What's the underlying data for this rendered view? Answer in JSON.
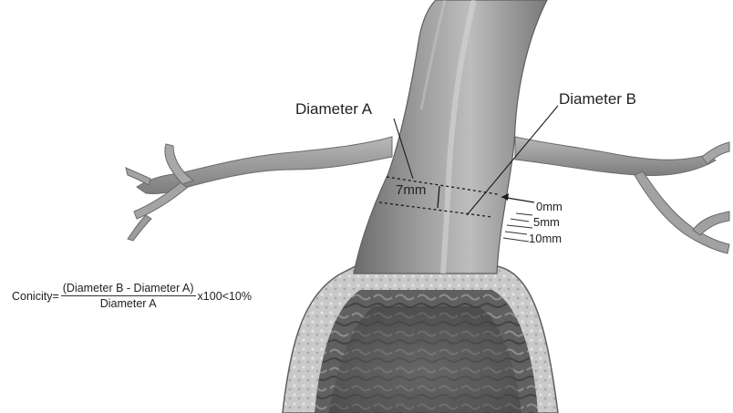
{
  "labels": {
    "diameter_a": "Diameter A",
    "diameter_b": "Diameter B",
    "segment_length": "7mm",
    "scale_0": "0mm",
    "scale_5": "5mm",
    "scale_10": "10mm"
  },
  "formula": {
    "prefix": "Conicity=",
    "numerator": "(Diameter B - Diameter A)",
    "denominator": "Diameter A",
    "suffix": "x100<10%"
  },
  "colors": {
    "vessel_fill": "#9a9a9a",
    "vessel_dark": "#6e6e6e",
    "vessel_light": "#cfcfcf",
    "aneurysm_core": "#5b5b5b",
    "outline": "#555555"
  }
}
